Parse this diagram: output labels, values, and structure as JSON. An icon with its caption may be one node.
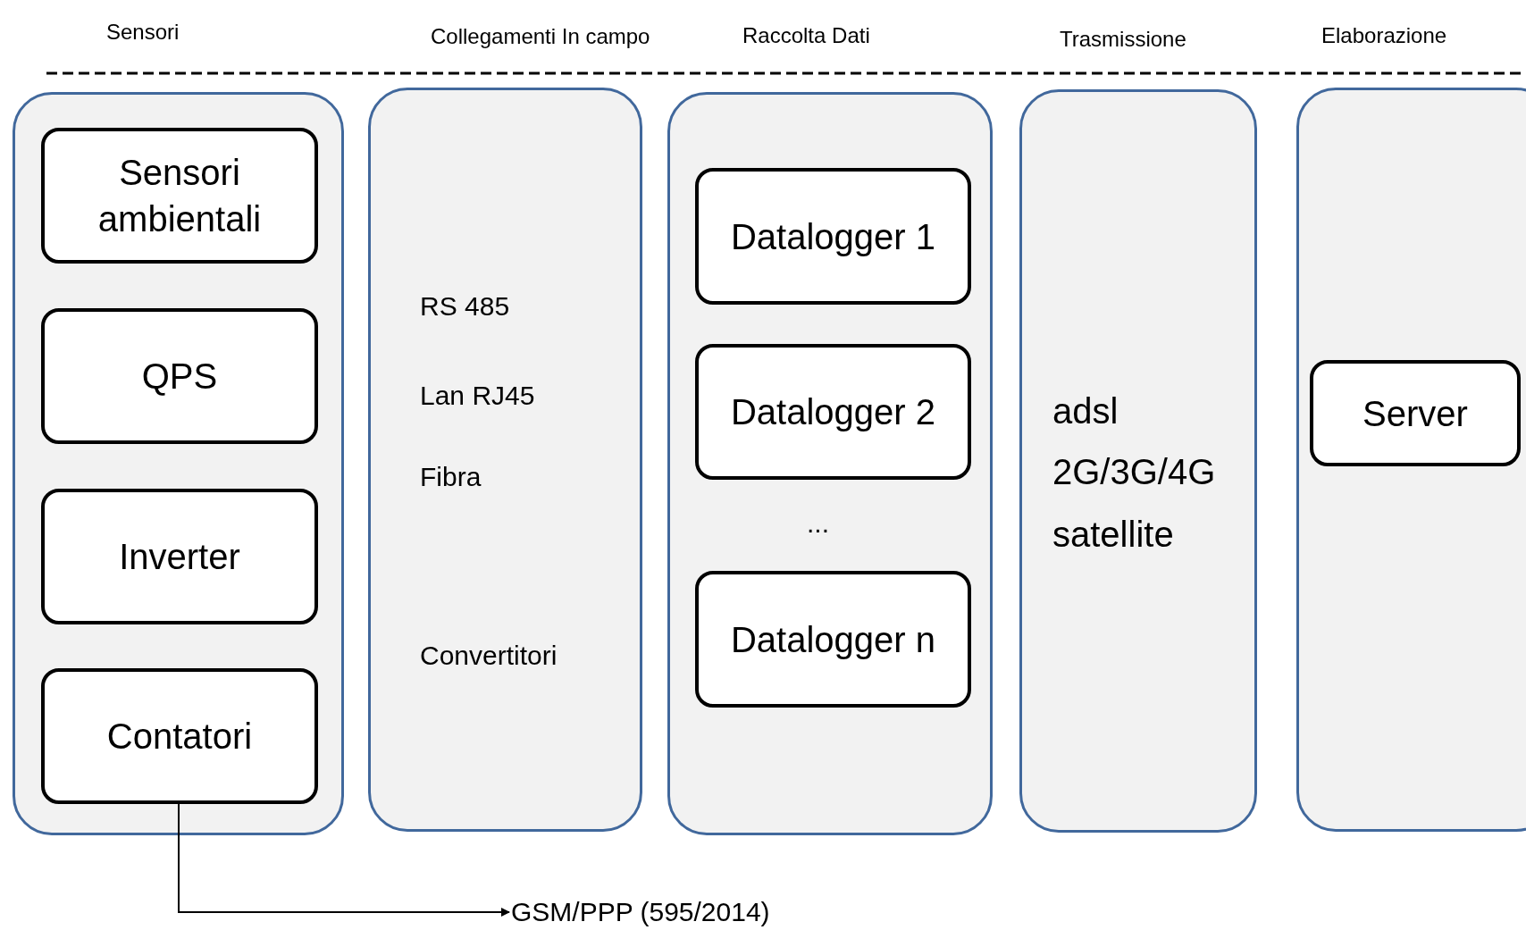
{
  "diagram": {
    "nodes": [
      {
        "text": [
          "Sensori"
        ]
      },
      {
        "text": [
          "Sensori ambientali"
        ],
        "in": 0
      },
      {
        "text": [
          "QPS"
        ],
        "in": 0
      },
      {
        "text": [
          "Inverter"
        ],
        "in": 0
      },
      {
        "text": [
          "Contatori"
        ],
        "in": 0
      },
      {
        "text": [
          "Collegamenti In campo",
          "RS 485",
          "Lan RJ45",
          "Fibra",
          "Convertitori"
        ]
      },
      {
        "text": [
          "Raccolta Dati",
          "..."
        ]
      },
      {
        "text": [
          "Datalogger 1"
        ],
        "in": 6
      },
      {
        "text": [
          "Datalogger 2"
        ],
        "in": 6
      },
      {
        "text": [
          "Datalogger n"
        ],
        "in": 6
      },
      {
        "text": [
          "Trasmissione",
          "adsl",
          "2G/3G/4G",
          "satellite"
        ]
      },
      {
        "text": [
          "Elaborazione"
        ]
      },
      {
        "text": [
          "Server"
        ],
        "in": 11
      },
      {
        "text": [
          "GSM/PPP (595/2014)"
        ]
      }
    ],
    "edges": [
      {
        "from": 4,
        "to": 13,
        "arrow": "to"
      }
    ]
  }
}
